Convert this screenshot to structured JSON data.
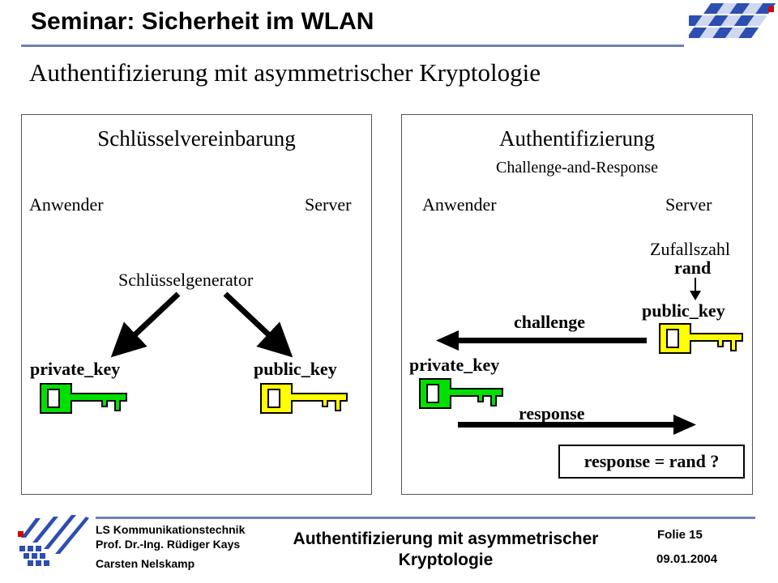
{
  "header": {
    "title": "Seminar: Sicherheit im WLAN",
    "subtitle": "Authentifizierung mit asymmetrischer Kryptologie"
  },
  "left_panel": {
    "title": "Schlüsselvereinbarung",
    "user_label": "Anwender",
    "server_label": "Server",
    "generator_label": "Schlüsselgenerator",
    "private_key_label": "private_key",
    "public_key_label": "public_key"
  },
  "right_panel": {
    "title": "Authentifizierung",
    "subtitle": "Challenge-and-Response",
    "user_label": "Anwender",
    "server_label": "Server",
    "random_label": "Zufallszahl",
    "rand_label": "rand",
    "public_key_label": "public_key",
    "challenge_label": "challenge",
    "private_key_label": "private_key",
    "response_label": "response",
    "check_label": "response = rand ?"
  },
  "footer": {
    "chair": "LS Kommunikationstechnik",
    "professor": "Prof. Dr.-Ing. Rüdiger Kays",
    "author": "Carsten Nelskamp",
    "title_line1": "Authentifizierung mit asymmetrischer",
    "title_line2": "Kryptologie",
    "slide_label": "Folie 15",
    "date": "09.01.2004"
  },
  "colors": {
    "accent_line": "#6f7fb8",
    "private_key": "#00e000",
    "public_key": "#ffff00",
    "logo_blue": "#2d4eb0"
  },
  "icons": {
    "private_key": "key-icon",
    "public_key": "key-icon",
    "logo_top": "checker-logo-icon",
    "logo_bottom": "university-logo-icon"
  }
}
